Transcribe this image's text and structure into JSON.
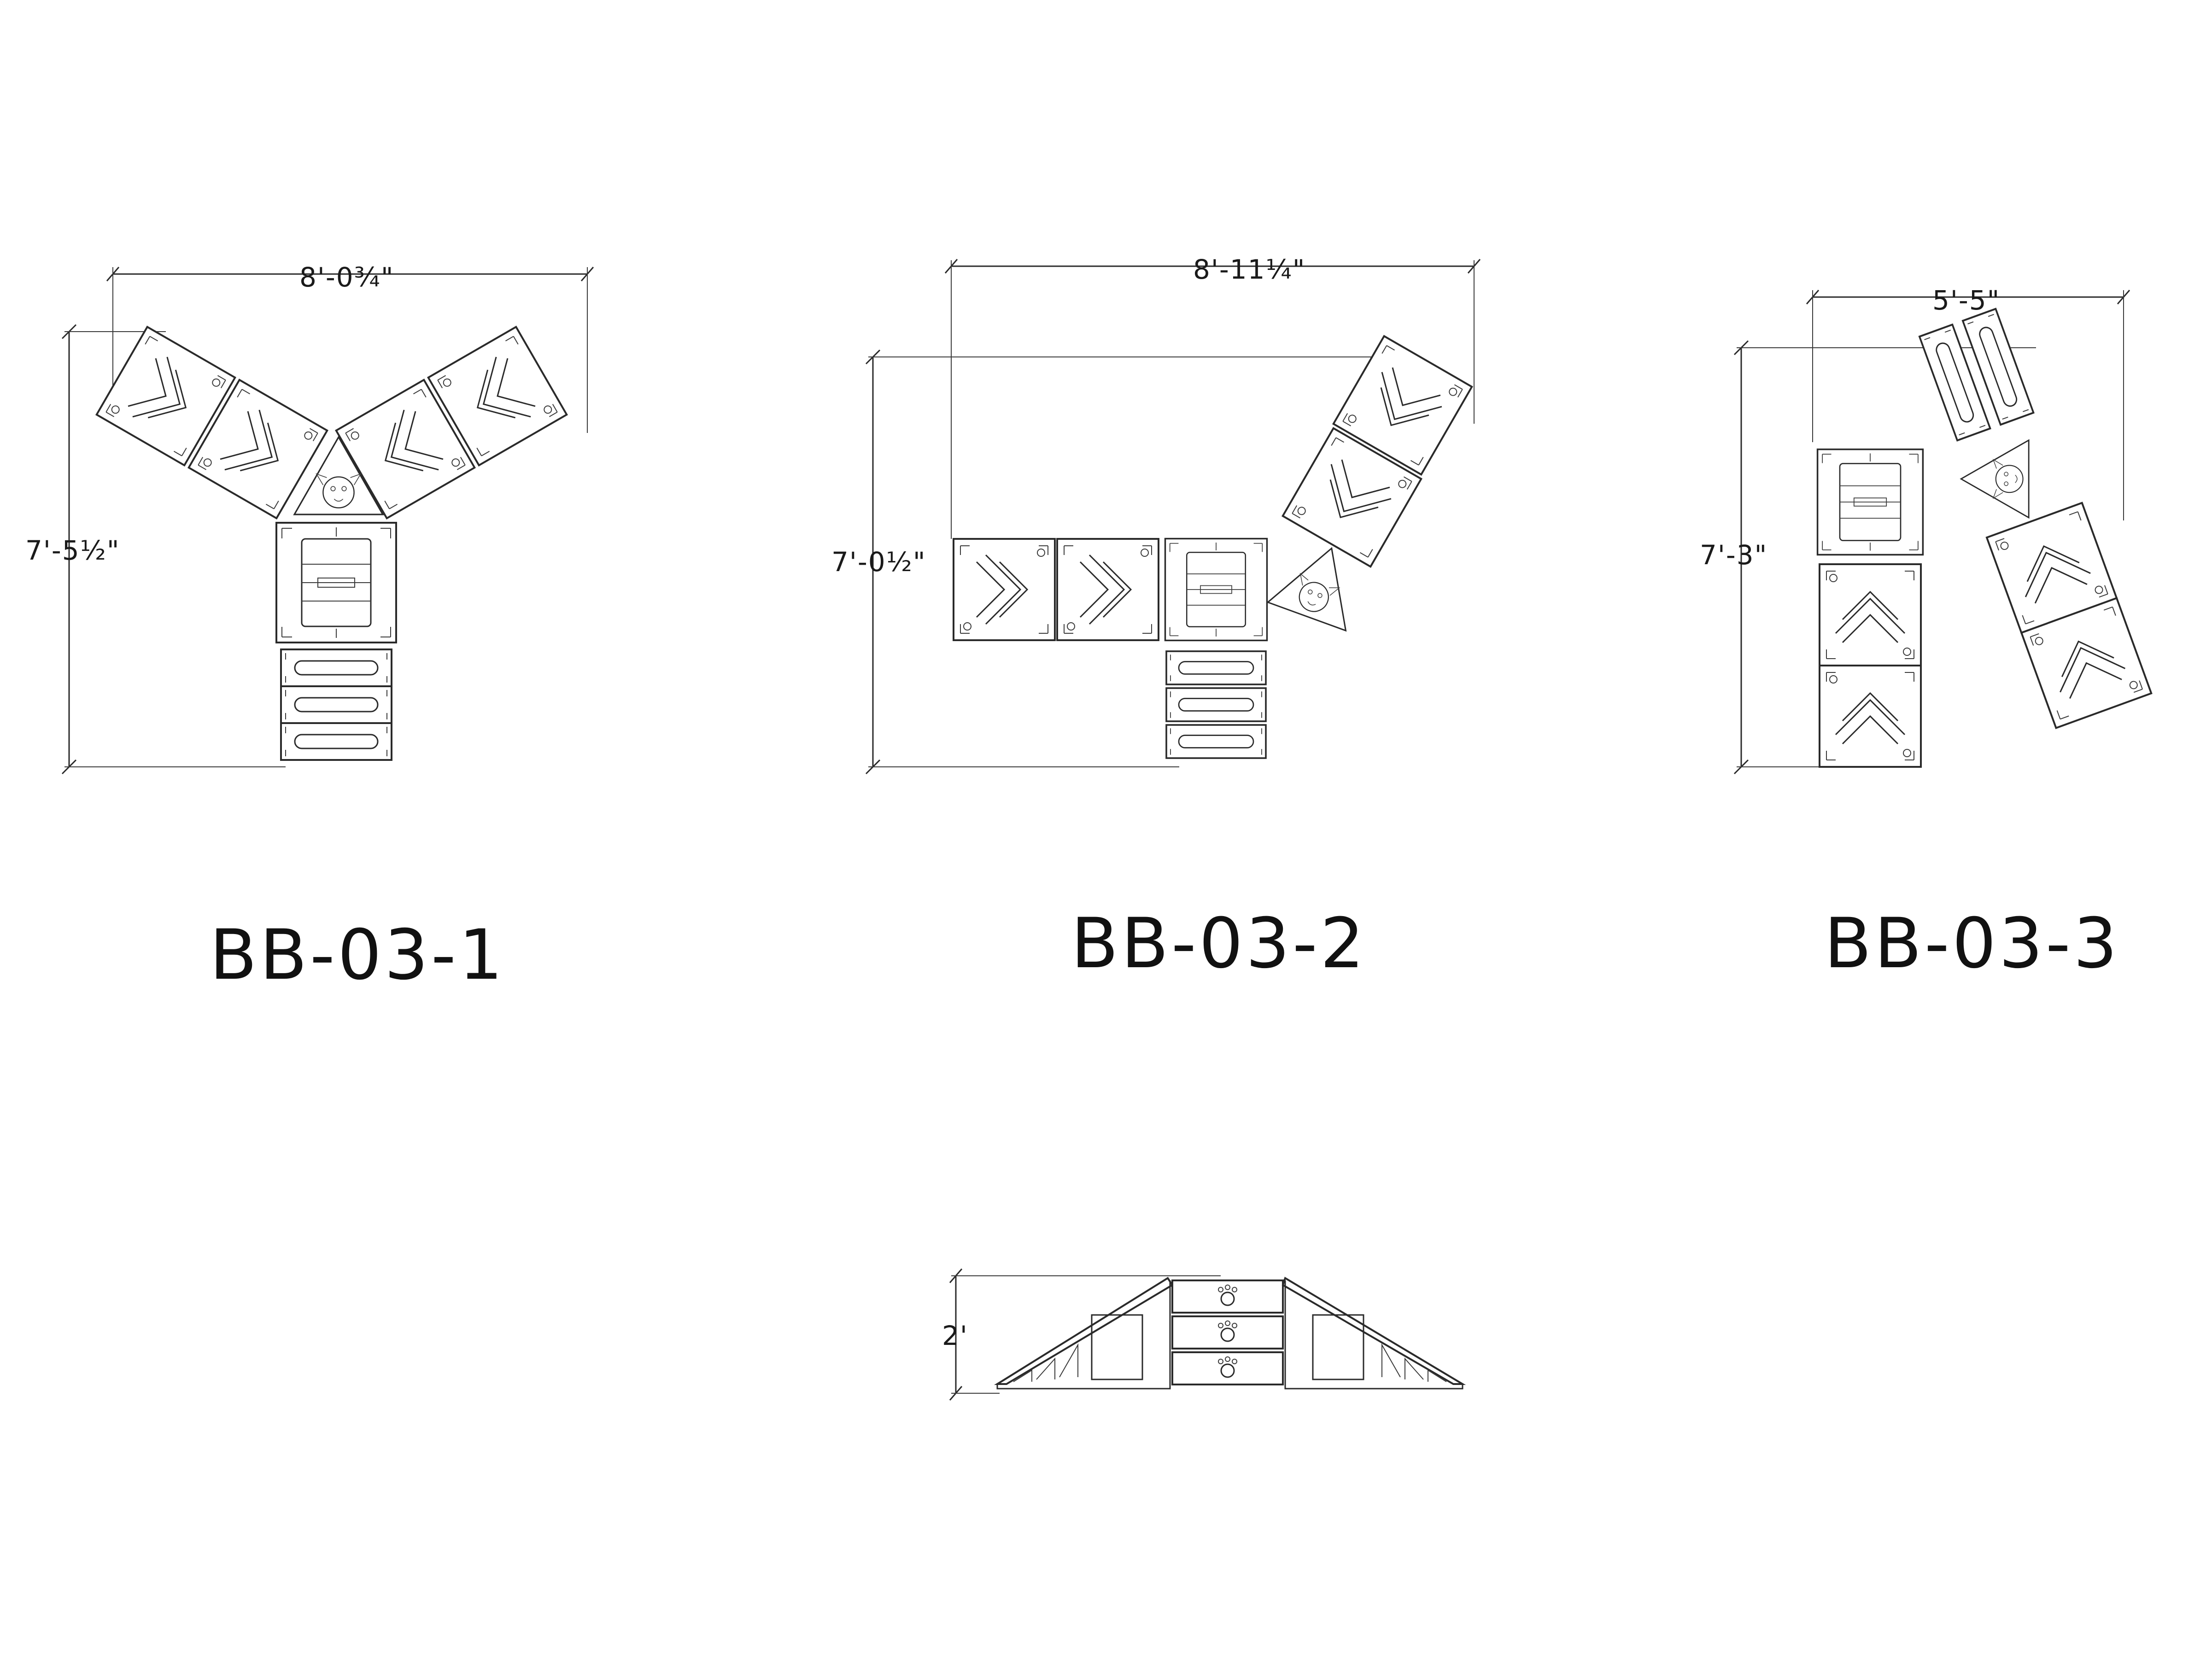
{
  "configurations": [
    {
      "label": "BB-03-1",
      "width_dimension": "8'-0¾\"",
      "height_dimension": "7'-5½\""
    },
    {
      "label": "BB-03-2",
      "width_dimension": "8'-11¼\"",
      "height_dimension": "7'-0½\""
    },
    {
      "label": "BB-03-3",
      "width_dimension": "5'-5\"",
      "height_dimension": "7'-3\""
    }
  ],
  "elevation": {
    "height_dimension": "2'"
  },
  "icons": [
    "chevron-arrow-icon",
    "paw-print-icon",
    "dog-face-icon"
  ],
  "colors": {
    "line": "#2a2a2a",
    "background": "#ffffff"
  }
}
